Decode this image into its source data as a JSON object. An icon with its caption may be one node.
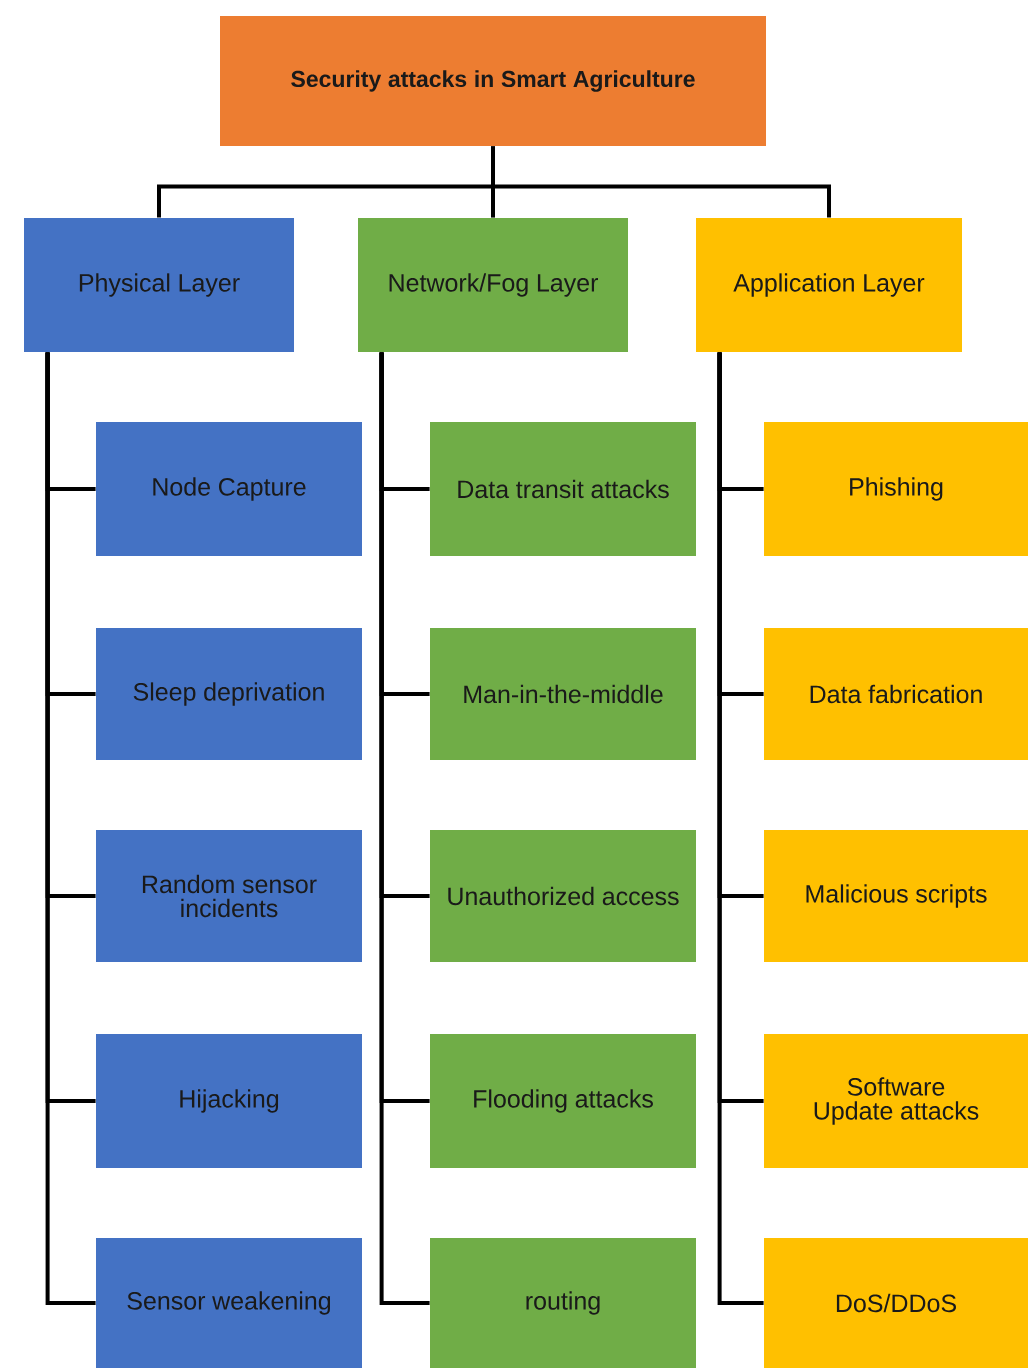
{
  "diagram": {
    "nodes": [
      {
        "text": [
          "Security attacks in Smart Agriculture"
        ]
      },
      {
        "text": [
          "Physical Layer"
        ]
      },
      {
        "text": [
          "Network/Fog Layer"
        ]
      },
      {
        "text": [
          "Application Layer"
        ]
      },
      {
        "text": [
          "Node Capture"
        ]
      },
      {
        "text": [
          "Sleep deprivation"
        ]
      },
      {
        "text": [
          "Random sensor incidents"
        ]
      },
      {
        "text": [
          "Hijacking"
        ]
      },
      {
        "text": [
          "Sensor weakening"
        ]
      },
      {
        "text": [
          "Data transit attacks"
        ]
      },
      {
        "text": [
          "Man-in-the-middle"
        ]
      },
      {
        "text": [
          "Unauthorized access"
        ]
      },
      {
        "text": [
          "Flooding attacks"
        ]
      },
      {
        "text": [
          "routing"
        ]
      },
      {
        "text": [
          "Phishing"
        ]
      },
      {
        "text": [
          "Data fabrication"
        ]
      },
      {
        "text": [
          "Malicious scripts"
        ]
      },
      {
        "text": [
          "Software Update attacks"
        ]
      },
      {
        "text": [
          "DoS/DDoS"
        ]
      }
    ],
    "edges": [
      {
        "from": 0,
        "to": 1,
        "arrow": "none"
      },
      {
        "from": 0,
        "to": 2,
        "arrow": "none"
      },
      {
        "from": 0,
        "to": 3,
        "arrow": "none"
      },
      {
        "from": 1,
        "to": 4,
        "arrow": "none"
      },
      {
        "from": 1,
        "to": 5,
        "arrow": "none"
      },
      {
        "from": 1,
        "to": 6,
        "arrow": "none"
      },
      {
        "from": 1,
        "to": 7,
        "arrow": "none"
      },
      {
        "from": 1,
        "to": 8,
        "arrow": "none"
      },
      {
        "from": 2,
        "to": 9,
        "arrow": "none"
      },
      {
        "from": 2,
        "to": 10,
        "arrow": "none"
      },
      {
        "from": 2,
        "to": 11,
        "arrow": "none"
      },
      {
        "from": 2,
        "to": 12,
        "arrow": "none"
      },
      {
        "from": 2,
        "to": 13,
        "arrow": "none"
      },
      {
        "from": 3,
        "to": 14,
        "arrow": "none"
      },
      {
        "from": 3,
        "to": 15,
        "arrow": "none"
      },
      {
        "from": 3,
        "to": 16,
        "arrow": "none"
      },
      {
        "from": 3,
        "to": 17,
        "arrow": "none"
      },
      {
        "from": 3,
        "to": 18,
        "arrow": "none"
      }
    ]
  }
}
